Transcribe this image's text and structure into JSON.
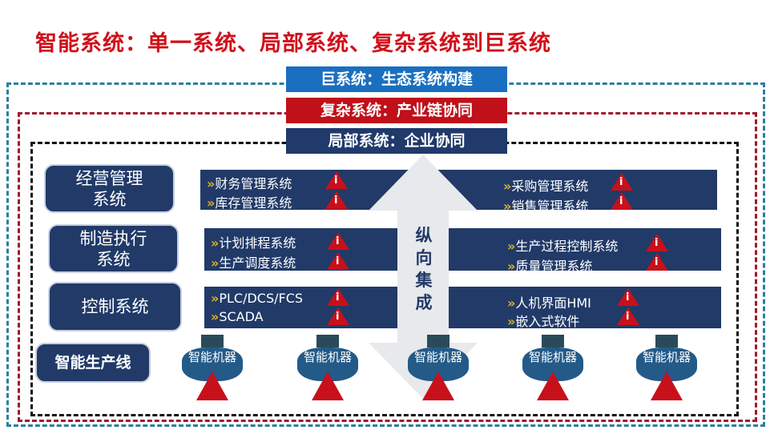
{
  "title": "智能系统：单一系统、局部系统、复杂系统到巨系统",
  "levels": [
    {
      "label": "巨系统：生态系统构建",
      "color": "#1a6fc0"
    },
    {
      "label": "复杂系统：产业链协同",
      "color": "#c0101a"
    },
    {
      "label": "局部系统：企业协同",
      "color": "#1f3a6b"
    }
  ],
  "layers": [
    {
      "label": "经营管理系统",
      "left": [
        "财务管理系统",
        "库存管理系统"
      ],
      "right": [
        "采购管理系统",
        "销售管理系统"
      ]
    },
    {
      "label": "制造执行系统",
      "left": [
        "计划排程系统",
        "生产调度系统"
      ],
      "right": [
        "生产过程控制系统",
        "质量管理系统"
      ]
    },
    {
      "label": "控制系统",
      "left": [
        "PLC/DCS/FCS",
        "SCADA"
      ],
      "right": [
        "人机界面HMI",
        "嵌入式软件"
      ]
    }
  ],
  "production_line": {
    "label": "智能生产线",
    "machine_label": "智能机器"
  },
  "arrow_label": "纵向集成",
  "chevron": "»",
  "icons": {
    "warning": "warning-triangle-icon",
    "arrow": "double-arrow-vertical-icon"
  }
}
